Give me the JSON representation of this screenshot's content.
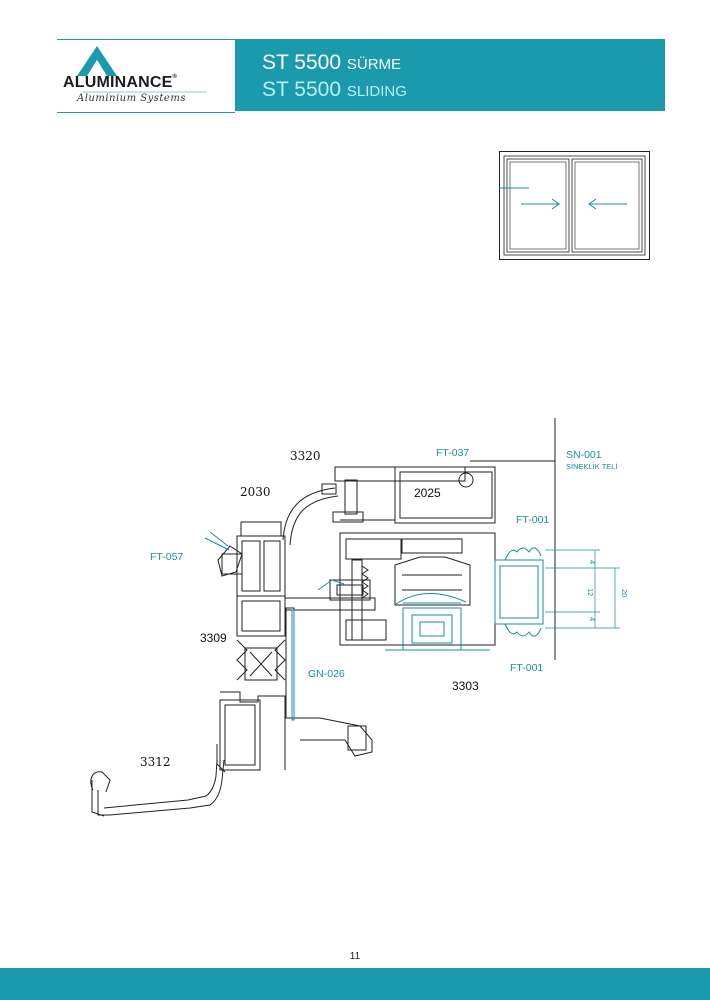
{
  "header": {
    "brand": "ALUMINANCE",
    "brand_mark": "®",
    "tagline": "Aluminium Systems",
    "title_tr_main": "ST 5500",
    "title_tr_sub": "SÜRME",
    "title_en_main": "ST 5500",
    "title_en_sub": "SLIDING"
  },
  "colors": {
    "accent": "#1a9aac",
    "label_blue": "#1a8ca6",
    "profile_stroke": "#222222"
  },
  "icons": {
    "logo": "triangle-logo-icon",
    "window": "sliding-window-icon",
    "arrows": "arrow-right-icon, arrow-left-icon"
  },
  "drawing_labels": {
    "p3320": "3320",
    "p2030": "2030",
    "p2025": "2025",
    "p3309": "3309",
    "p3303": "3303",
    "p3312": "3312",
    "ft037": "FT-037",
    "ft001_top": "FT-001",
    "ft001_bottom": "FT-001",
    "ft057": "FT-057",
    "gn026": "GN-026",
    "sn001": "SN-001",
    "sineklik": "SİNEKLİK TELİ"
  },
  "dimensions": {
    "d4_top": "4",
    "d12": "12",
    "d4_bottom": "4",
    "d20": "20"
  },
  "footer": {
    "page_number": "11"
  }
}
